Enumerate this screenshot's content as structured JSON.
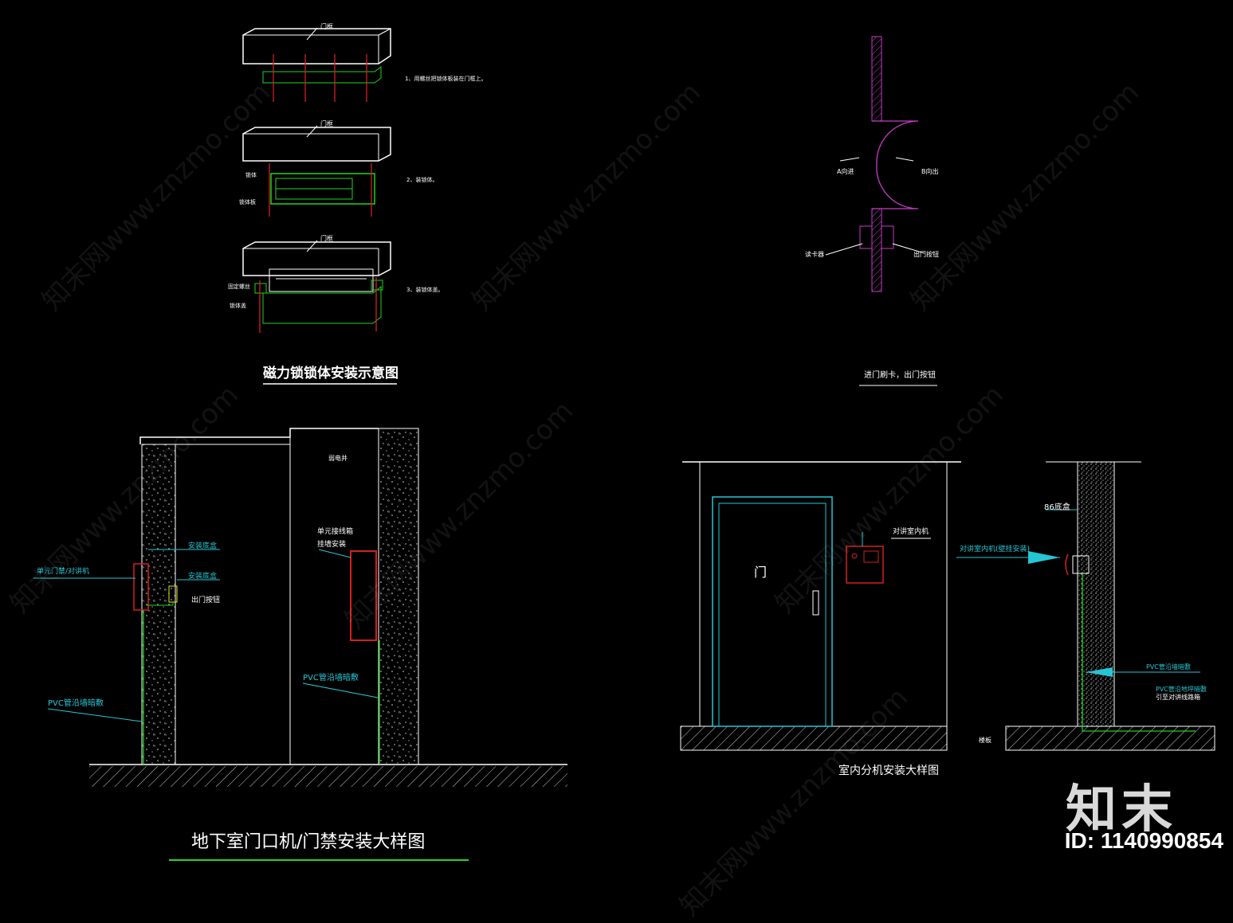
{
  "colors": {
    "bg": "#000000",
    "line": "#ffffff",
    "wall": "#ffffff",
    "lock_green": "#1fd41f",
    "screw_red": "#d41f1f",
    "door_magenta": "#c83cc8",
    "cyan": "#25c6d4",
    "title_green": "#2fd12f"
  },
  "lock_diagram": {
    "steps": [
      {
        "beam_label": "门框",
        "note": "1、用螺丝把锁体板装在门框上。"
      },
      {
        "beam_label": "门框",
        "labels": [
          "锁体",
          "锁体板"
        ],
        "note": "2、装锁体。"
      },
      {
        "beam_label": "门框",
        "labels": [
          "固定螺丝",
          "锁体盖"
        ],
        "note": "3、装锁体盖。"
      }
    ],
    "caption": "磁力锁锁体安装示意图"
  },
  "door_diagram": {
    "left_arrow_label": "A向进",
    "right_arrow_label": "B向出",
    "reader_label": "读卡器",
    "button_label": "出门按钮",
    "caption": "进门刷卡，出门按钮"
  },
  "basement_diagram": {
    "shaft_label": "弱电井",
    "host_label": "单元门禁/对讲机",
    "box_label_1": "安装底盒",
    "box_label_2": "安装底盒",
    "button_label": "出门按钮",
    "cabinet_label_1": "单元接线箱",
    "cabinet_label_2": "挂墙安装",
    "pvc_left": "PVC管沿墙暗敷",
    "pvc_right": "PVC管沿墙暗敷",
    "caption": "地下室门口机/门禁安装大样图"
  },
  "indoor_diagram": {
    "door_label": "门",
    "unit_label": "对讲室内机",
    "wall_unit_label": "对讲室内机(壁挂安装)",
    "box_label": "86底盒",
    "pvc_label": "PVC管沿墙暗敷",
    "pvc_note_1": "PVC管沿地坪暗敷",
    "pvc_note_2": "引至对讲线路箱",
    "floor_label": "楼板",
    "caption": "室内分机安装大样图"
  },
  "watermark": "知末网www.znzmo.com",
  "brand": "知末",
  "id_text": "ID: 1140990854"
}
